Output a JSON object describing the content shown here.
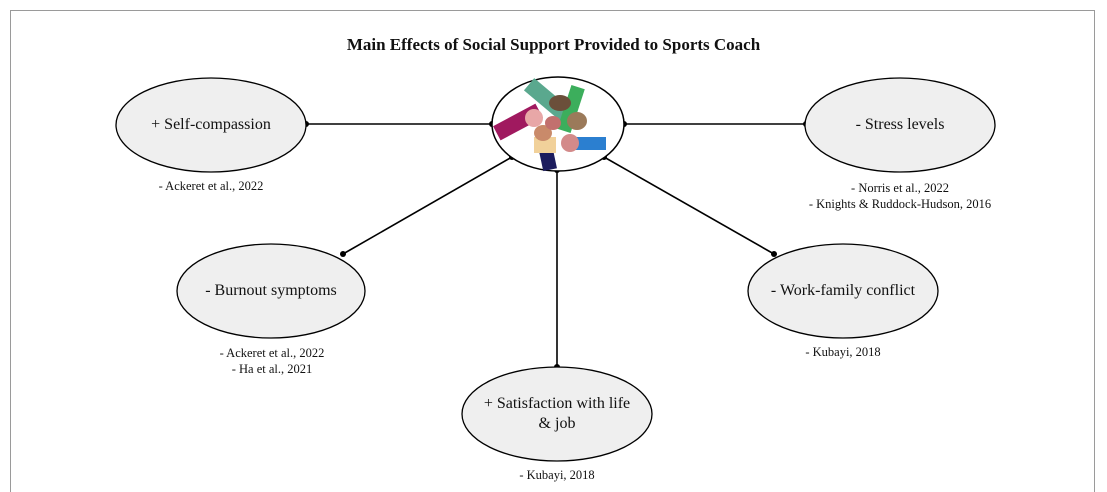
{
  "title": "Main Effects of Social Support Provided to Sports Coach",
  "center": {
    "icon": "stacked-hands-teamwork-icon"
  },
  "nodes": [
    {
      "id": "self-compassion",
      "label": "+ Self-compassion",
      "refs": [
        "- Ackeret et al., 2022"
      ]
    },
    {
      "id": "stress-levels",
      "label": "- Stress levels",
      "refs": [
        "- Norris et al., 2022",
        "- Knights & Ruddock-Hudson, 2016"
      ]
    },
    {
      "id": "burnout",
      "label": "- Burnout symptoms",
      "refs": [
        "- Ackeret et al., 2022",
        "- Ha et al., 2021"
      ]
    },
    {
      "id": "work-family",
      "label": "- Work-family conflict",
      "refs": [
        "- Kubayi, 2018"
      ]
    },
    {
      "id": "satisfaction",
      "label": "+ Satisfaction with life & job",
      "refs": [
        "- Kubayi, 2018"
      ]
    }
  ],
  "colors": {
    "node_fill": "#efefef",
    "stroke": "#000000",
    "frame": "#9a9a9a"
  }
}
